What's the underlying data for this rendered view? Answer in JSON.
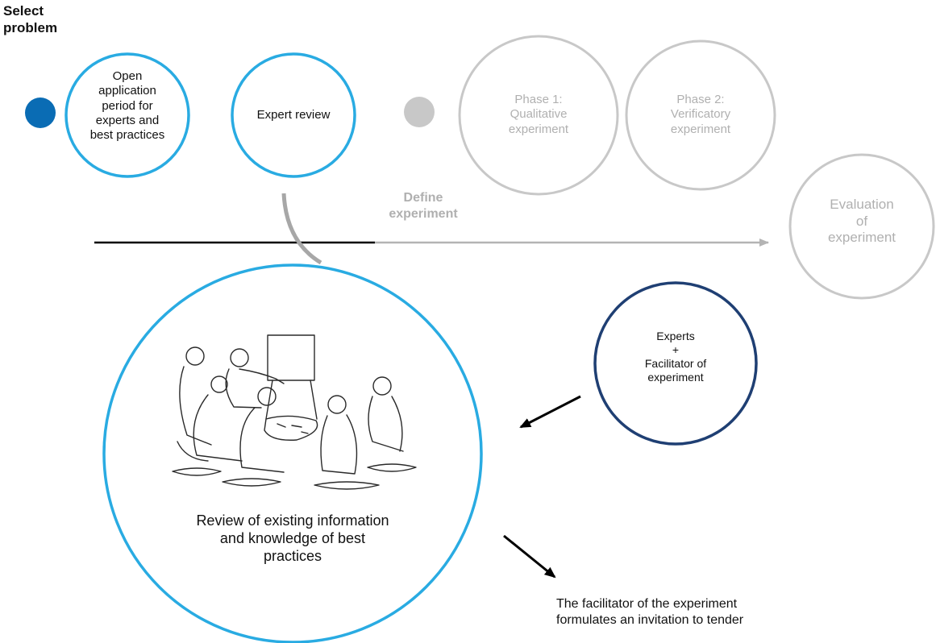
{
  "title": "Select\nproblem",
  "steps": [
    {
      "label": "Open\napplication\nperiod for\nexperts and\nbest practices",
      "state": "active"
    },
    {
      "label": "Expert review",
      "state": "active"
    },
    {
      "label": "Phase 1:\nQualitative\nexperiment",
      "state": "inactive"
    },
    {
      "label": "Phase 2:\nVerificatory\nexperiment",
      "state": "inactive"
    }
  ],
  "define_label": "Define\nexperiment",
  "evaluation_label": "Evaluation\nof\nexperiment",
  "review_label": "Review of existing information\nand knowledge of best\npractices",
  "experts_label": "Experts\n+\nFacilitator of\nexperiment",
  "facilitator_note": "The facilitator of the experiment\nformulates an invitation to tender",
  "colors": {
    "active_ring": "#29abe2",
    "active_dot": "#0a6cb4",
    "inactive": "#c8c8c8",
    "navy_ring": "#1f3f73",
    "arrow_grey": "#b4b4b4"
  },
  "icons": {
    "meeting": "meeting-people-sketch-icon"
  }
}
